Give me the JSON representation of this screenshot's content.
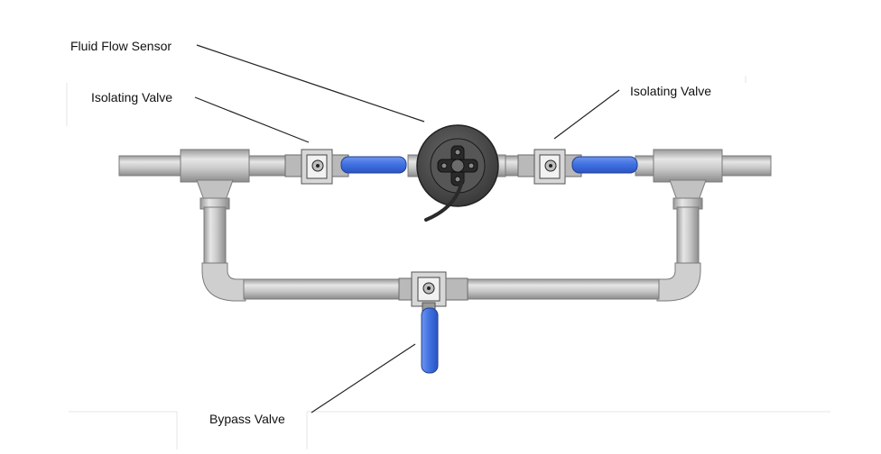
{
  "labels": {
    "fluid_flow_sensor": "Fluid Flow Sensor",
    "isolating_valve_left": "Isolating Valve",
    "isolating_valve_right": "Isolating Valve",
    "bypass_valve": "Bypass Valve"
  },
  "colors": {
    "pipe": "#c9c9c9",
    "pipe_edge": "#7a7a7a",
    "valve_handle": "#3f6fe0",
    "sensor_body": "#4a4a4a",
    "leader_line": "#222222"
  }
}
